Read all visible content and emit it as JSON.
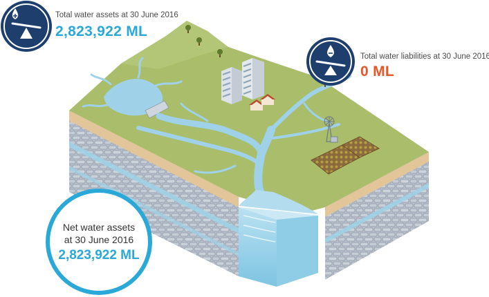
{
  "assets": {
    "label": "Total water assets at 30 June 2016",
    "value": "2,823,922 ML"
  },
  "liabilities": {
    "label": "Total water liabilities at 30 June 2016",
    "value": "0 ML"
  },
  "net": {
    "line1": "Net water assets",
    "line2": "at 30 June 2016",
    "value": "2,823,922 ML"
  },
  "icons": {
    "assets": "scale-plus-drop-icon",
    "liabilities": "scale-minus-drop-icon"
  },
  "colors": {
    "navy": "#1e3f6e",
    "accent_blue": "#2aa8d8",
    "liability_orange": "#e5572a",
    "grass": "#a9bd6b",
    "water": "#9fd2e8",
    "rock": "#aeb8c4"
  }
}
